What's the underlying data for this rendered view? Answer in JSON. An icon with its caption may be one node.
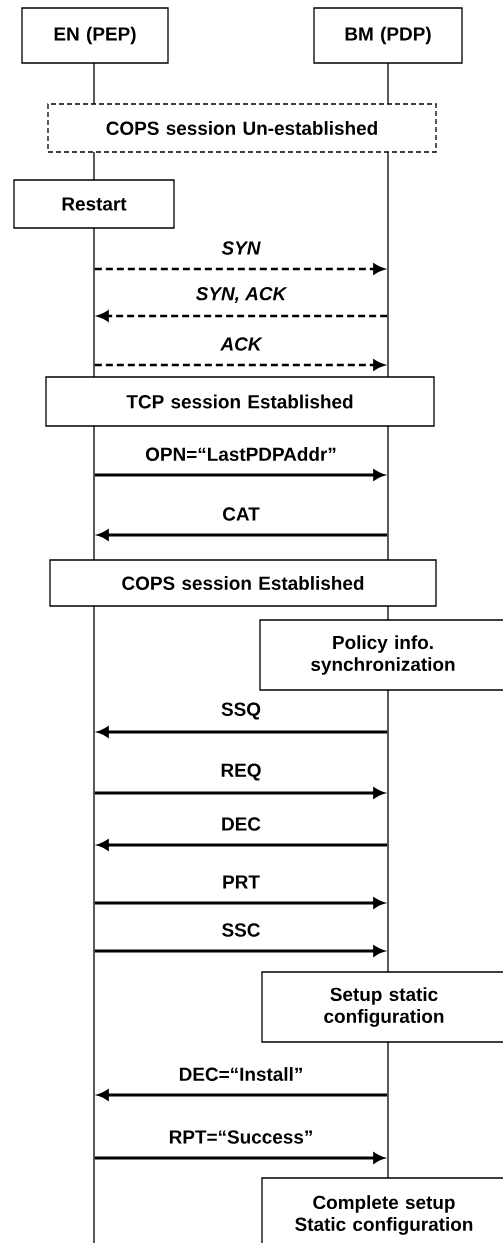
{
  "diagram": {
    "nodes": [
      {
        "text": [
          "EN (PEP)"
        ]
      },
      {
        "text": [
          "BM (PDP)"
        ]
      },
      {
        "text": [],
        "shape": "bar"
      },
      {
        "text": [],
        "shape": "bar"
      },
      {
        "text": [],
        "shape": "bar"
      },
      {
        "text": [],
        "shape": "bar"
      },
      {
        "text": [
          "COPS session Un-established"
        ]
      },
      {
        "text": [
          "Restart"
        ]
      },
      {
        "text": [
          "TCP session Established"
        ]
      },
      {
        "text": [
          "COPS session Established"
        ]
      },
      {
        "text": [
          "Policy info. synchronization"
        ]
      },
      {
        "text": [
          "Setup static configuration"
        ]
      },
      {
        "text": [
          "Complete setup Static configuration"
        ]
      }
    ],
    "edges": [
      {
        "from": 4,
        "to": 5,
        "arrow": "to",
        "label": "SYN",
        "style": "dashed"
      },
      {
        "from": 5,
        "to": 4,
        "arrow": "to",
        "label": "SYN, ACK",
        "style": "dashed"
      },
      {
        "from": 4,
        "to": 5,
        "arrow": "to",
        "label": "ACK",
        "style": "dashed"
      },
      {
        "from": 4,
        "to": 5,
        "arrow": "to",
        "label": "OPN=“LastPDPAddr”"
      },
      {
        "from": 5,
        "to": 4,
        "arrow": "to",
        "label": "CAT"
      },
      {
        "from": 5,
        "to": 4,
        "arrow": "to",
        "label": "SSQ"
      },
      {
        "from": 4,
        "to": 5,
        "arrow": "to",
        "label": "REQ"
      },
      {
        "from": 5,
        "to": 4,
        "arrow": "to",
        "label": "DEC"
      },
      {
        "from": 4,
        "to": 5,
        "arrow": "to",
        "label": "PRT"
      },
      {
        "from": 4,
        "to": 5,
        "arrow": "to",
        "label": "SSC"
      },
      {
        "from": 5,
        "to": 4,
        "arrow": "to",
        "label": "DEC=“Install”"
      },
      {
        "from": 4,
        "to": 5,
        "arrow": "to",
        "label": "RPT=“Success”"
      }
    ]
  }
}
